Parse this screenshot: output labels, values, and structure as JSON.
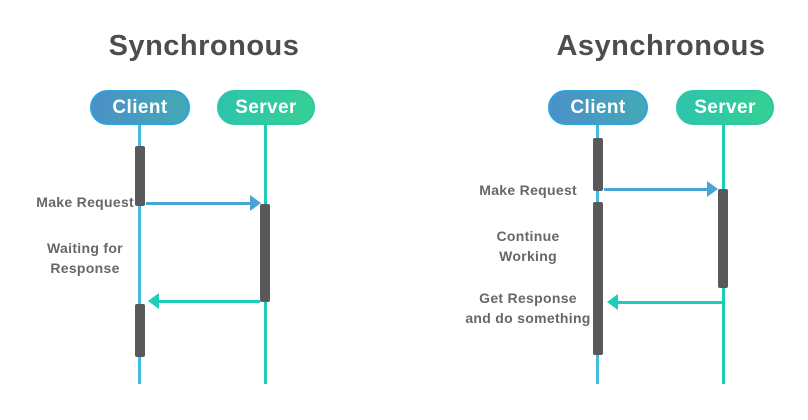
{
  "colors": {
    "background": "#FFFFFF",
    "title": "#4D4D4F",
    "label": "#66676A",
    "activation_bar": "#58595B",
    "client_pill_start": "#4B90C8",
    "client_pill_end": "#44A9B6",
    "client_pill_border": "#2BA3DB",
    "server_pill_start": "#2EC3AD",
    "server_pill_end": "#35D093",
    "server_pill_border": "#2BC8A4",
    "client_lifeline": "#41BCDF",
    "server_lifeline": "#1CCDB7",
    "request_arrow": "#48A5D6",
    "response_arrow": "#1CCDB7"
  },
  "synchronous": {
    "title": "Synchronous",
    "client": "Client",
    "server": "Server",
    "labels": {
      "request": "Make Request",
      "wait_line1": "Waiting for",
      "wait_line2": "Response"
    }
  },
  "asynchronous": {
    "title": "Asynchronous",
    "client": "Client",
    "server": "Server",
    "labels": {
      "request": "Make Request",
      "continue_line1": "Continue",
      "continue_line2": "Working",
      "response_line1": "Get Response",
      "response_line2": "and do something"
    }
  }
}
